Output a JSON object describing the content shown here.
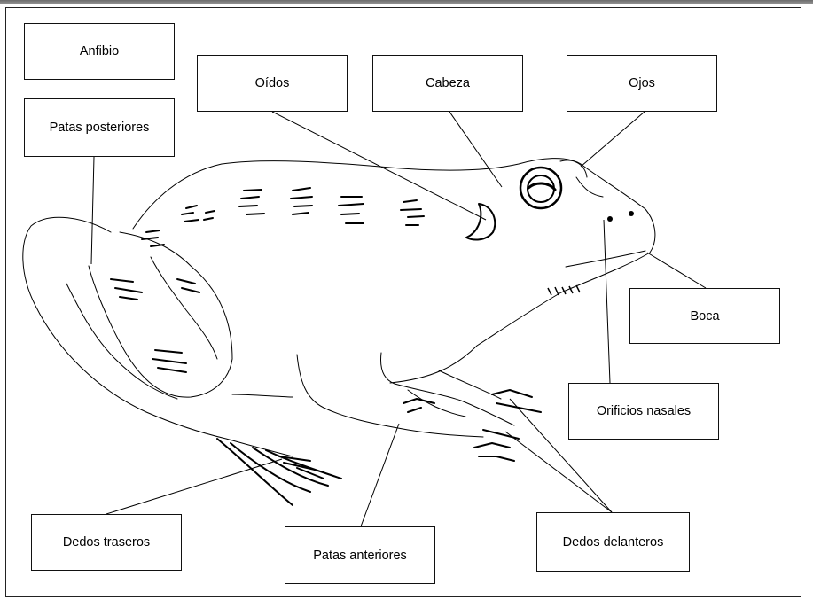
{
  "labels": {
    "anfibio": "Anfibio",
    "patas_posteriores": "Patas posteriores",
    "oidos": "Oídos",
    "cabeza": "Cabeza",
    "ojos": "Ojos",
    "boca": "Boca",
    "orificios_nasales": "Orificios nasales",
    "dedos_traseros": "Dedos traseros",
    "patas_anteriores": "Patas anteriores",
    "dedos_delanteros": "Dedos delanteros"
  }
}
